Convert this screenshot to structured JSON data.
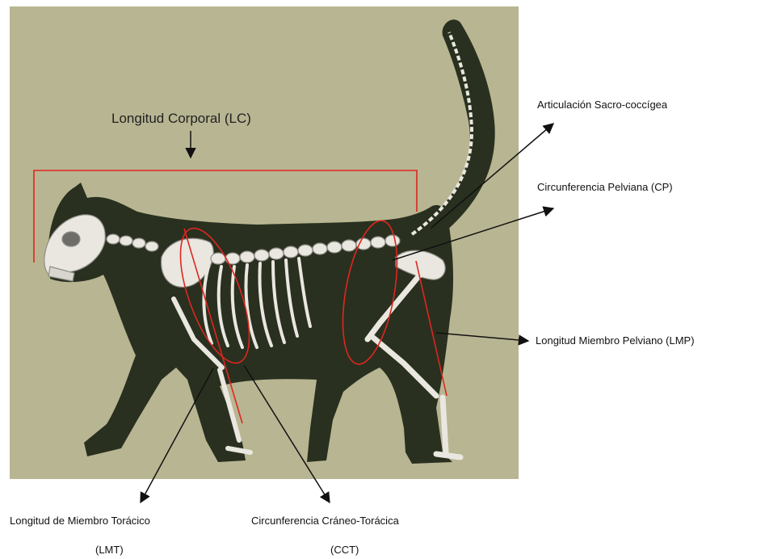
{
  "colors": {
    "background_panel": "#b8b592",
    "silhouette": "#29301f",
    "bone": "#e9e7e0",
    "bone_shade": "#8d8c86",
    "measure_red": "#e0261f",
    "arrow": "#111111"
  },
  "labels": {
    "lc": "Longitud Corporal (LC)",
    "sacro": "Articulación Sacro-coccígea",
    "cp": "Circunferencia Pelviana (CP)",
    "lmp": "Longitud Miembro Pelviano (LMP)",
    "lmt_line1": "Longitud de Miembro Torácico",
    "lmt_line2": "(LMT)",
    "cct_line1": "Circunferencia Cráneo-Torácica",
    "cct_line2": "(CCT)"
  }
}
